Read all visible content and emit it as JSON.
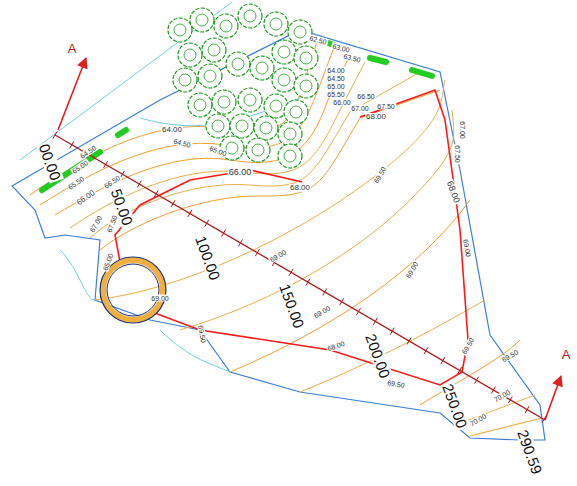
{
  "diagram": {
    "labels": [
      "A",
      "00.00",
      "50.00",
      "100.00",
      "150.00",
      "200.00",
      "250.00",
      "290.59",
      "A",
      "62.50",
      "63.00",
      "63.50",
      "64.00",
      "64.50",
      "65.00",
      "65.50",
      "66.00",
      "66.50",
      "67.00",
      "67.50",
      "68.00",
      "64.00",
      "64.50",
      "65.00",
      "64.50",
      "65.00",
      "65.50",
      "66.00",
      "66.50",
      "67.00",
      "67.50",
      "66.00",
      "68.00",
      "69.50",
      "69.00",
      "69.00",
      "69.00",
      "68.00",
      "65.00",
      "69.00",
      "69.50",
      "67.00",
      "67.50",
      "68.00",
      "69.00",
      "69.50",
      "69.50",
      "69.50",
      "70.00",
      "70.00"
    ]
  }
}
